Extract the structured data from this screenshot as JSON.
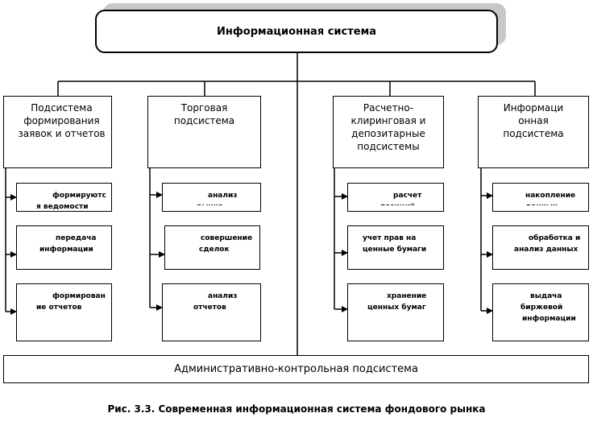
{
  "root": {
    "label": "Информационная система"
  },
  "subsystems": [
    {
      "label": [
        "Подсистема",
        "формирования",
        "заявок и отчетов"
      ],
      "children": [
        [
          "формируютс",
          "я ведомости"
        ],
        [
          "передача",
          "информации"
        ],
        [
          "формирован",
          "ие отчетов"
        ]
      ]
    },
    {
      "label": [
        "Торговая",
        "подсистема"
      ],
      "children": [
        [
          "анализ",
          "рынка"
        ],
        [
          "совершение",
          "сделок"
        ],
        [
          "анализ",
          "отчетов"
        ]
      ]
    },
    {
      "label": [
        "Расчетно-",
        "клиринговая и",
        "депозитарные",
        "подсистемы"
      ],
      "children": [
        [
          "расчет",
          "позиций"
        ],
        [
          "учет прав на",
          "ценные бумаги"
        ],
        [
          "хранение",
          "ценных бумаг"
        ]
      ]
    },
    {
      "label": [
        "Информаци",
        "онная",
        "подсистема"
      ],
      "children": [
        [
          "накопление",
          "данных"
        ],
        [
          "обработка и",
          "анализ данных"
        ],
        [
          "выдача",
          "биржевой",
          "информации"
        ]
      ]
    }
  ],
  "admin": {
    "label": "Административно-контрольная подсистема"
  },
  "caption": "Рис. 3.3. Современная информационная система фондового рынка"
}
